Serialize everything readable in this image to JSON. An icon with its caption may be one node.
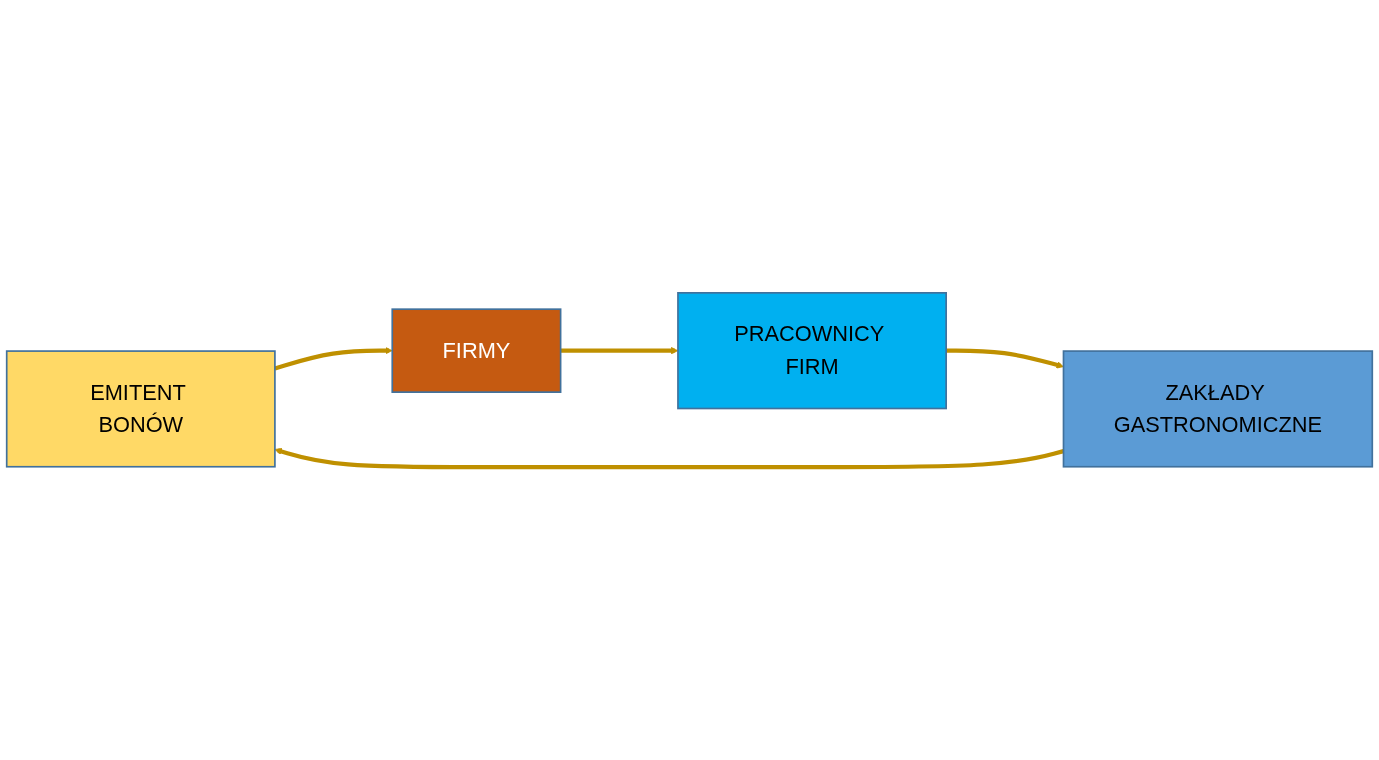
{
  "diagram": {
    "nodes": [
      {
        "text": [
          "EMITENT BONÓW"
        ]
      },
      {
        "text": [
          "FIRMY"
        ]
      },
      {
        "text": [
          "PRACOWNICY FIRM"
        ]
      },
      {
        "text": [
          "ZAKŁADY GASTRONOMICZNE"
        ]
      }
    ],
    "edges": [
      {
        "from": 0,
        "to": 1,
        "arrow": "to"
      },
      {
        "from": 1,
        "to": 2,
        "arrow": "to"
      },
      {
        "from": 2,
        "to": 3,
        "arrow": "to"
      },
      {
        "from": 3,
        "to": 0,
        "arrow": "to"
      }
    ]
  }
}
